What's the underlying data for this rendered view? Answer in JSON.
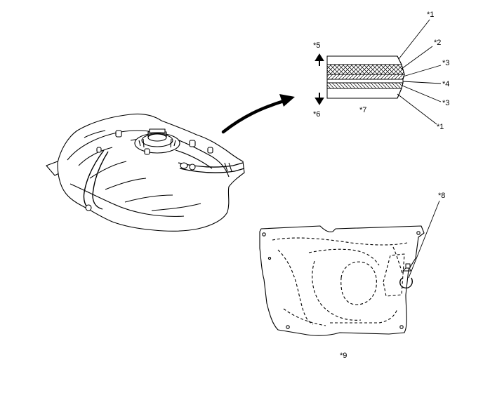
{
  "callouts": {
    "c1_top": "*1",
    "c2": "*2",
    "c3_top": "*3",
    "c4": "*4",
    "c3_bottom": "*3",
    "c1_bottom": "*1",
    "c5": "*5",
    "c6": "*6",
    "c7": "*7",
    "c8": "*8",
    "c9": "*9"
  }
}
